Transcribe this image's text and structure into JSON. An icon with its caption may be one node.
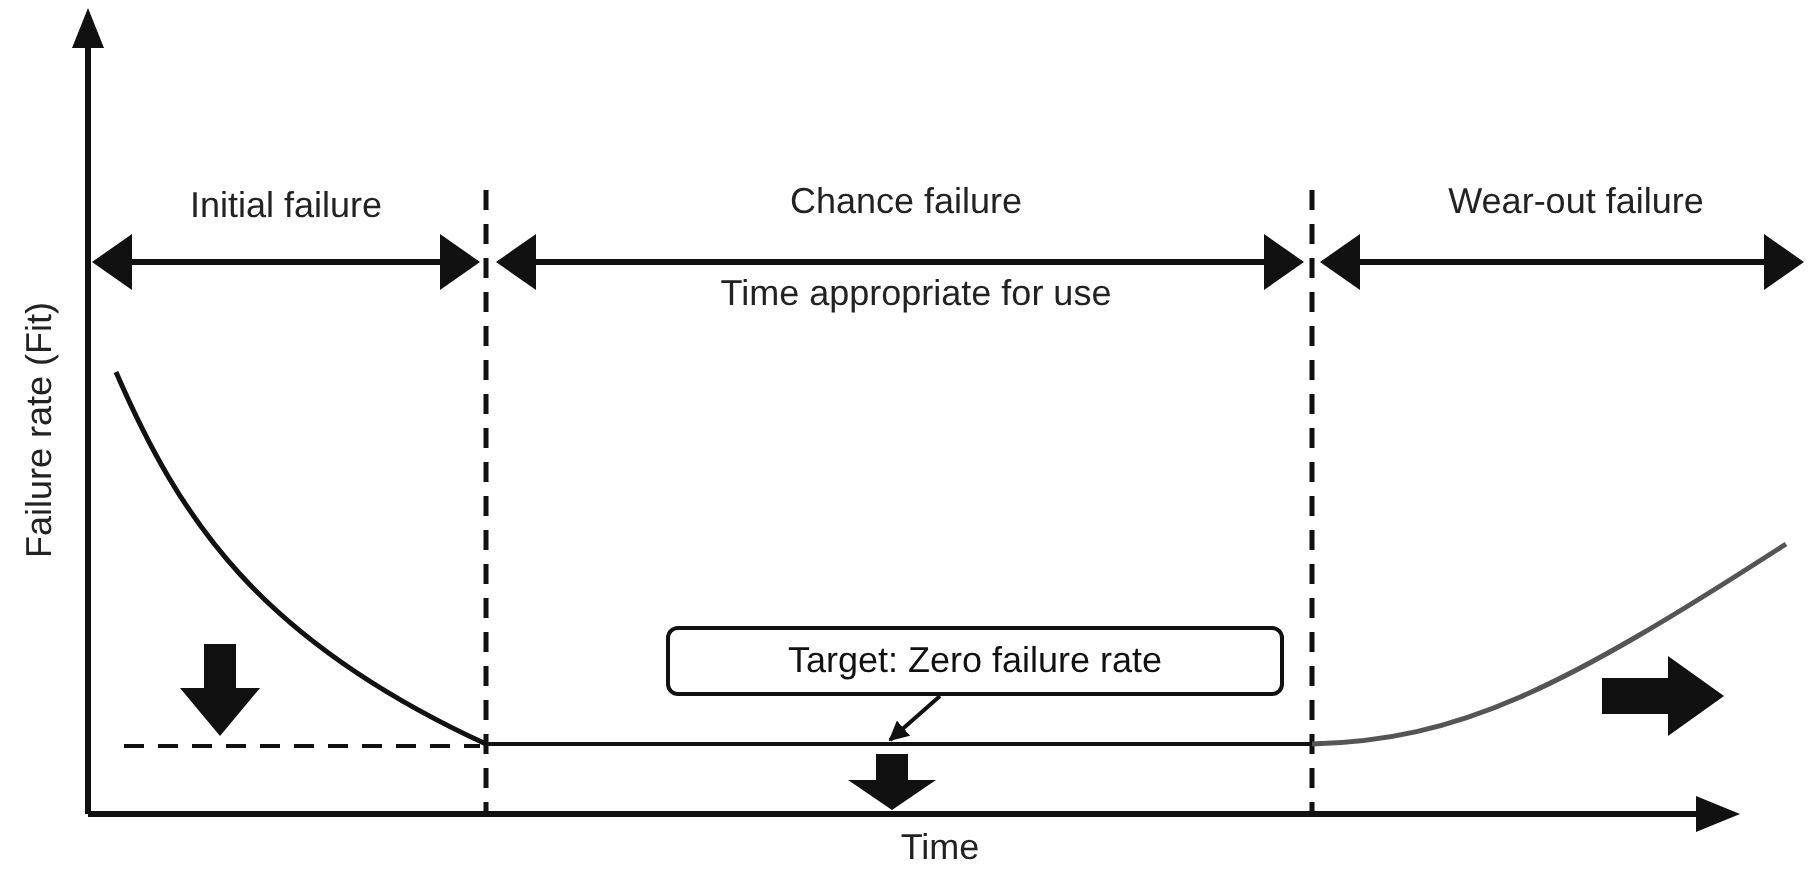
{
  "diagram": {
    "nodes": [
      {
        "text": [
          "Target: Zero failure rate"
        ]
      },
      {
        "text": [],
        "shape": "line"
      }
    ],
    "edges": [
      {
        "from": 0,
        "to": 1,
        "arrow": "to"
      }
    ],
    "labels": [
      "Initial failure",
      "Chance failure",
      "Wear-out failure",
      "Time appropriate for use",
      "Failure rate (Fit)",
      "Time"
    ]
  }
}
